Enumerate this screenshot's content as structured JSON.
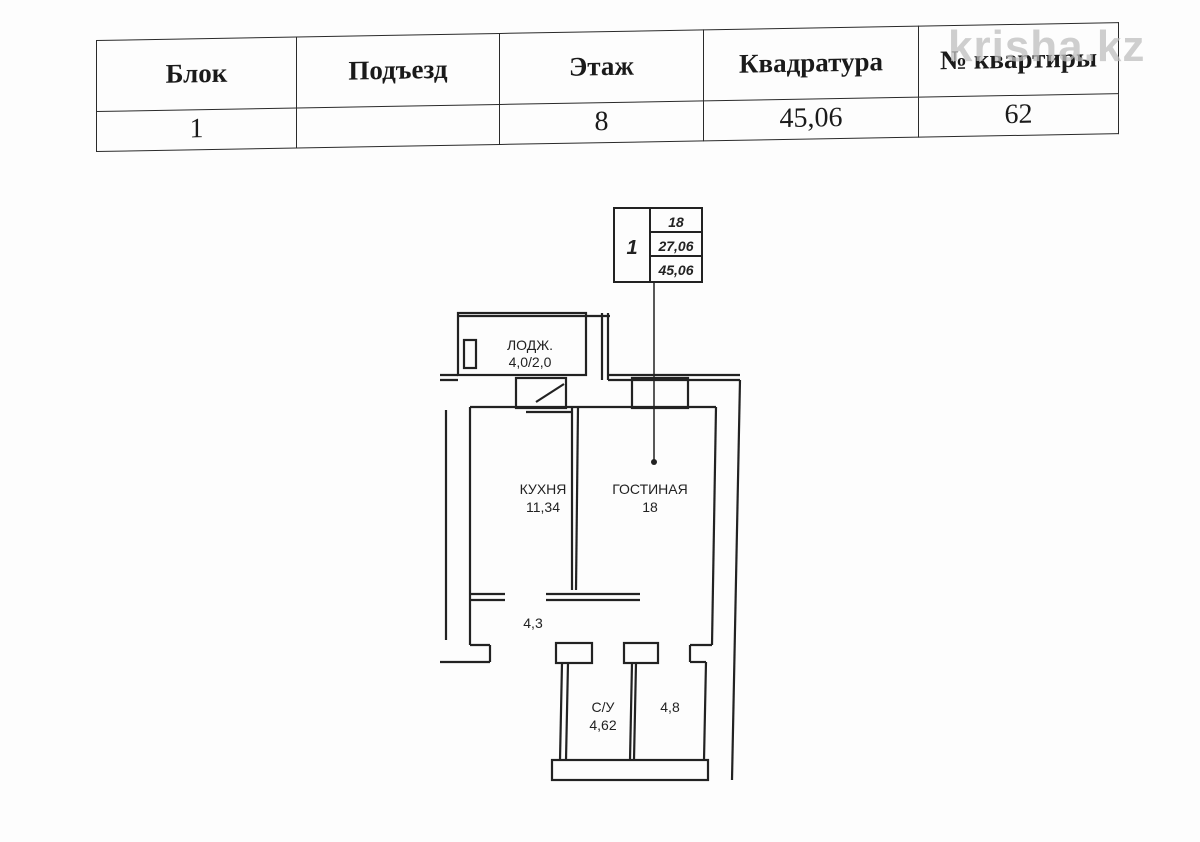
{
  "watermark": "krisha.kz",
  "info_table": {
    "headers": [
      "Блок",
      "Подъезд",
      "Этаж",
      "Квадратура",
      "№ квартиры"
    ],
    "values": [
      "1",
      "",
      "8",
      "45,06",
      "62"
    ]
  },
  "legend": {
    "rooms": "1",
    "living_area": "18",
    "living_total": "27,06",
    "total_area": "45,06"
  },
  "rooms": [
    {
      "name": "ЛОДЖ.",
      "area": "4,0/2,0"
    },
    {
      "name": "КУХНЯ",
      "area": "11,34"
    },
    {
      "name": "ГОСТИНАЯ",
      "area": "18"
    },
    {
      "name": "",
      "area": "4,3"
    },
    {
      "name": "С/У",
      "area": "4,62"
    },
    {
      "name": "",
      "area": "4,8"
    }
  ]
}
